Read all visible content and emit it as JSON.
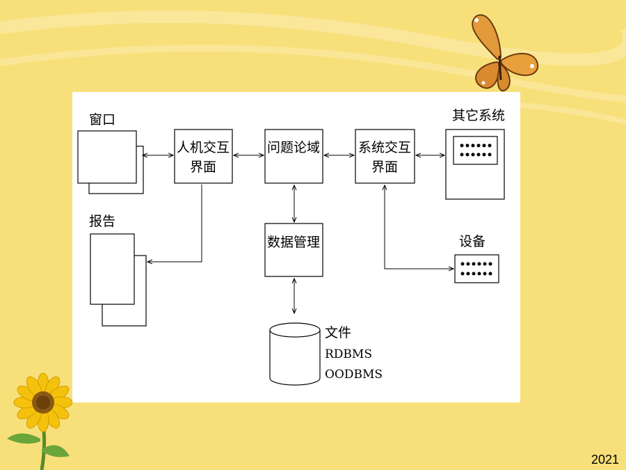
{
  "diagram": {
    "window_label": "窗口",
    "report_label": "报告",
    "hci_line1": "人机交互",
    "hci_line2": "界面",
    "problem_domain": "问题论域",
    "sys_if_line1": "系统交互",
    "sys_if_line2": "界面",
    "data_mgmt": "数据管理",
    "other_systems": "其它系统",
    "device": "设备",
    "storage_line1": "文件",
    "storage_line2": "RDBMS",
    "storage_line3": "OODBMS"
  },
  "footer": {
    "year": "2021"
  },
  "colors": {
    "background": "#f7e07a",
    "panel": "#ffffff",
    "butterfly": "#e39a3a",
    "sunflower": "#f4c20d"
  }
}
